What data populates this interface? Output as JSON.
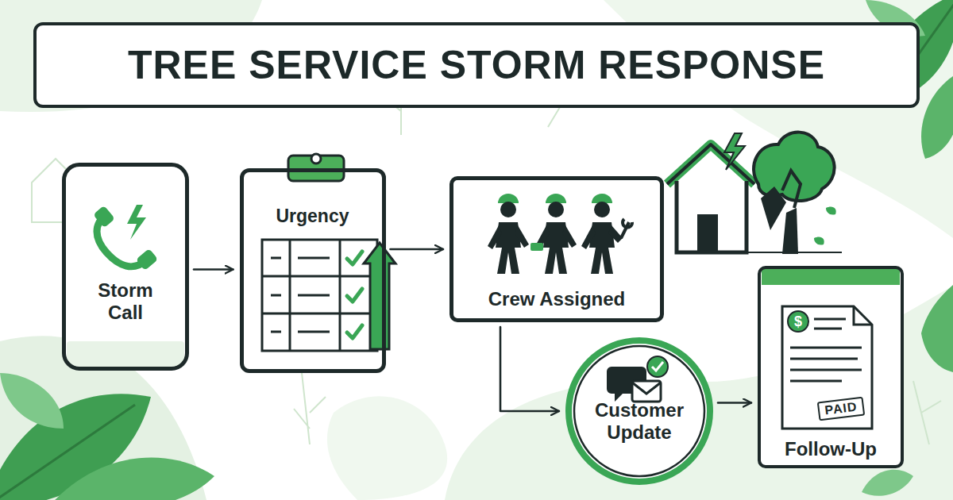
{
  "diagram": {
    "title": "TREE SERVICE STORM RESPONSE",
    "nodes": [
      {
        "text": [
          "Storm Call"
        ]
      },
      {
        "text": [
          "Urgency"
        ]
      },
      {
        "text": [
          "Crew Assigned"
        ]
      },
      {
        "text": [
          "Customer Update"
        ]
      },
      {
        "text": [
          "Follow-Up"
        ]
      }
    ],
    "edges": [
      {
        "from": 0,
        "to": 1,
        "arrow": "to"
      },
      {
        "from": 1,
        "to": 2,
        "arrow": "to"
      },
      {
        "from": 2,
        "to": 3,
        "arrow": "to"
      },
      {
        "from": 3,
        "to": 4,
        "arrow": "to"
      }
    ],
    "labels": [
      "$",
      "PAID"
    ]
  }
}
